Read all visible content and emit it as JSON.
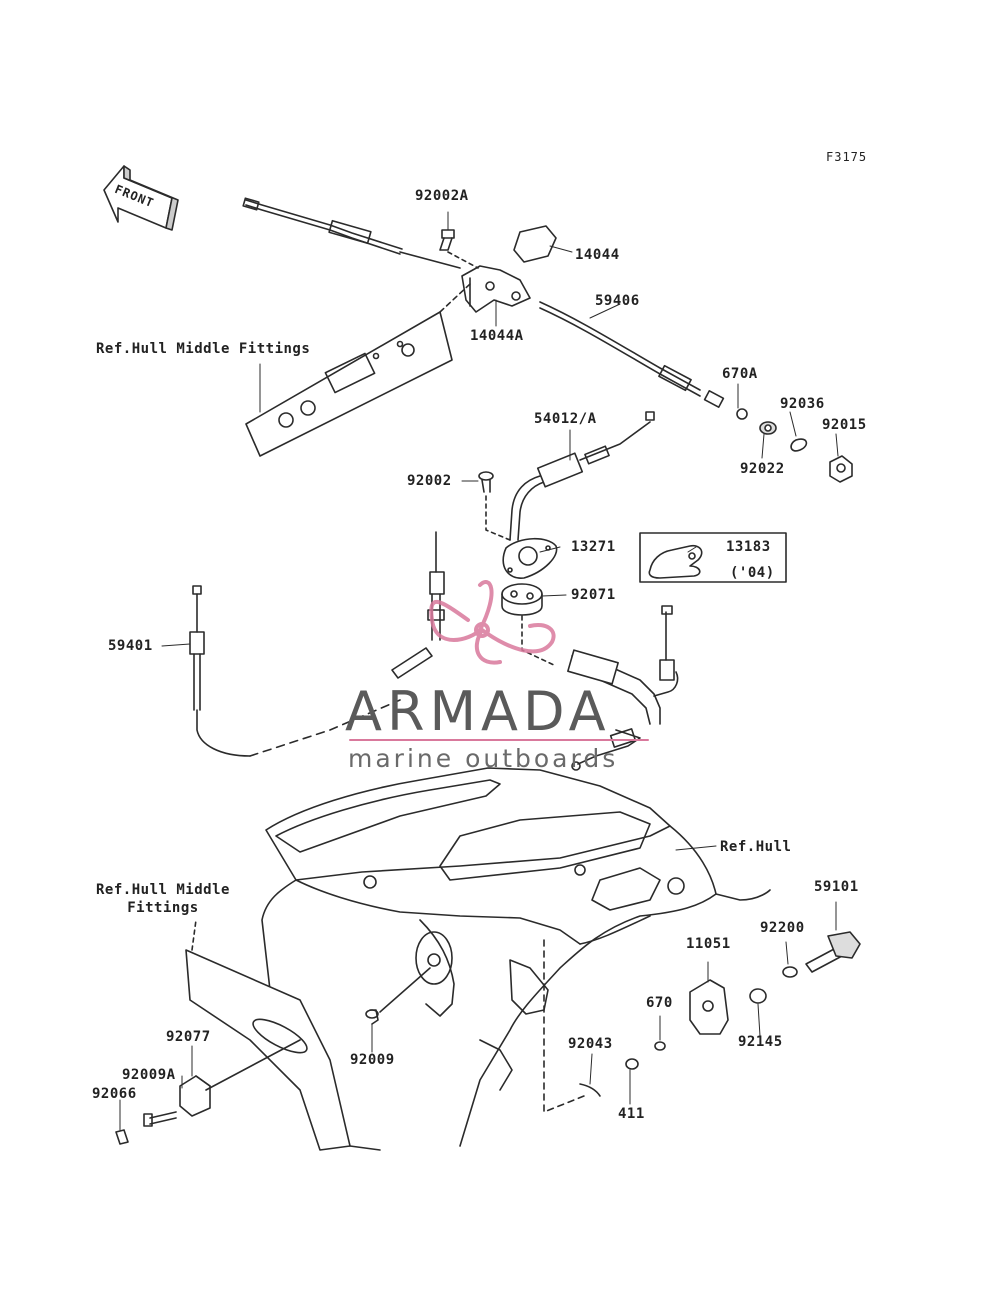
{
  "figure_id": "F3175",
  "front_label": "FRONT",
  "watermark": {
    "title": "ARMADA",
    "subtitle": "marine outboards"
  },
  "refs": {
    "hull_middle_top": "Ref.Hull Middle Fittings",
    "hull_middle_bottom": "Ref.Hull Middle\nFittings",
    "hull": "Ref.Hull"
  },
  "parts": {
    "p92002A": "92002A",
    "p14044": "14044",
    "p14044A": "14044A",
    "p59406": "59406",
    "p670A": "670A",
    "p92036": "92036",
    "p92015": "92015",
    "p92022": "92022",
    "p54012A": "54012/A",
    "p92002": "92002",
    "p13271": "13271",
    "p13183": "13183",
    "p13183_note": "('04)",
    "p92071": "92071",
    "p59401": "59401",
    "p59101": "59101",
    "p11051": "11051",
    "p92200": "92200",
    "p670": "670",
    "p92145": "92145",
    "p92043": "92043",
    "p411": "411",
    "p92077": "92077",
    "p92009A": "92009A",
    "p92066": "92066",
    "p92009": "92009"
  },
  "colors": {
    "line": "#2b2b2b",
    "logo_pink": "#d9799c",
    "watermark_gray": "#5a5a5a"
  }
}
